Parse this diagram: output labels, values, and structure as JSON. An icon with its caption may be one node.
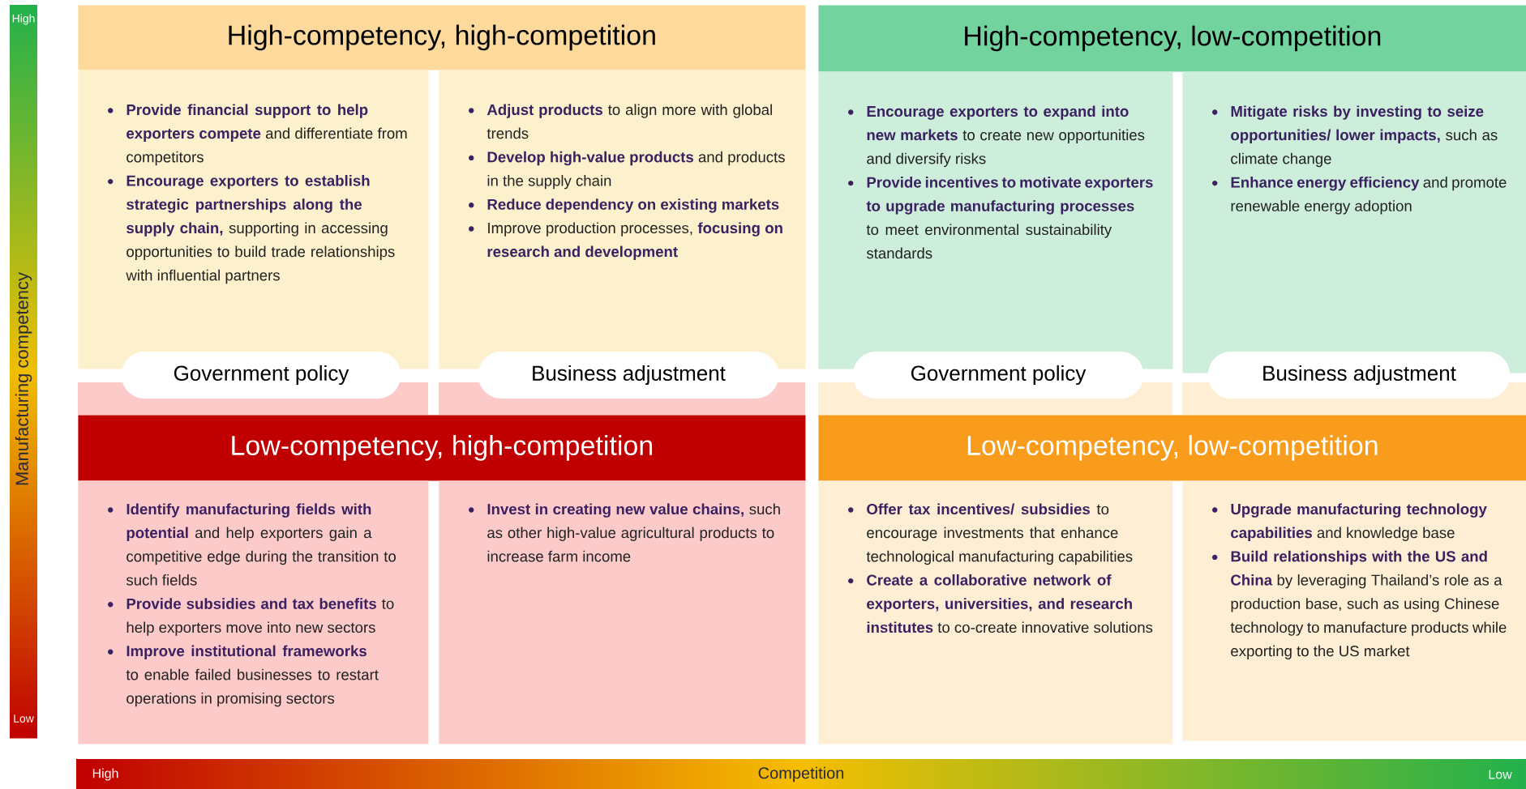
{
  "diagram": {
    "nodes": [
      {
        "text": [
          "High-competency, high-competition"
        ]
      },
      {
        "text": [
          "**Provide financial support to help exporters compete** and differentiate from competitors",
          "**Encourage exporters to establish strategic partnerships along the supply chain,** supporting in accessing opportunities to build trade relationships with influential partners"
        ]
      },
      {
        "text": [
          "**Adjust products** to align more with global trends",
          "**Develop high-value products** and products in the supply chain",
          "**Reduce dependency on existing markets**",
          "Improve production processes, **focusing on research and development**"
        ]
      },
      {
        "text": [
          "High-competency, low-competition"
        ]
      },
      {
        "text": [
          "**Encourage exporters to expand into new markets** to create new opportunities and diversify risks",
          "**Provide incentives to motivate exporters to upgrade manufacturing processes** to meet environmental sustainability standards"
        ]
      },
      {
        "text": [
          "**Mitigate risks by investing to seize opportunities/ lower impacts,** such as climate change",
          "**Enhance energy efficiency** and promote renewable energy adoption"
        ]
      },
      {
        "text": [
          "Low-competency, high-competition"
        ]
      },
      {
        "text": [
          "**Identify manufacturing fields with potential** and help exporters gain a competitive edge during the transition to such fields",
          "**Provide subsidies and tax benefits** to help exporters move into new sectors",
          "**Improve institutional frameworks** to enable failed businesses to restart operations in promising sectors"
        ]
      },
      {
        "text": [
          "**Invest in creating new value chains,** such as other high-value agricultural products to increase farm income"
        ]
      },
      {
        "text": [
          "Low-competency, low-competition"
        ]
      },
      {
        "text": [
          "**Offer tax incentives/ subsidies** to encourage investments that enhance technological manufacturing capabilities",
          "**Create a collaborative network of exporters, universities, and research institutes** to co-create innovative solutions"
        ]
      },
      {
        "text": [
          "**Upgrade manufacturing technology capabilities** and knowledge base",
          "**Build relationships with the US and China** by leveraging Thailand’s role as a production base, such as using Chinese technology to manufacture products while exporting to the US market"
        ]
      },
      {
        "text": [
          "Government policy"
        ]
      },
      {
        "text": [
          "Business adjustment"
        ]
      },
      {
        "text": [
          "Government policy"
        ]
      },
      {
        "text": [
          "Business adjustment"
        ]
      }
    ],
    "labels": [
      "High",
      "Manufacturing competency",
      "Low",
      "High",
      "Competition",
      "Low"
    ]
  }
}
